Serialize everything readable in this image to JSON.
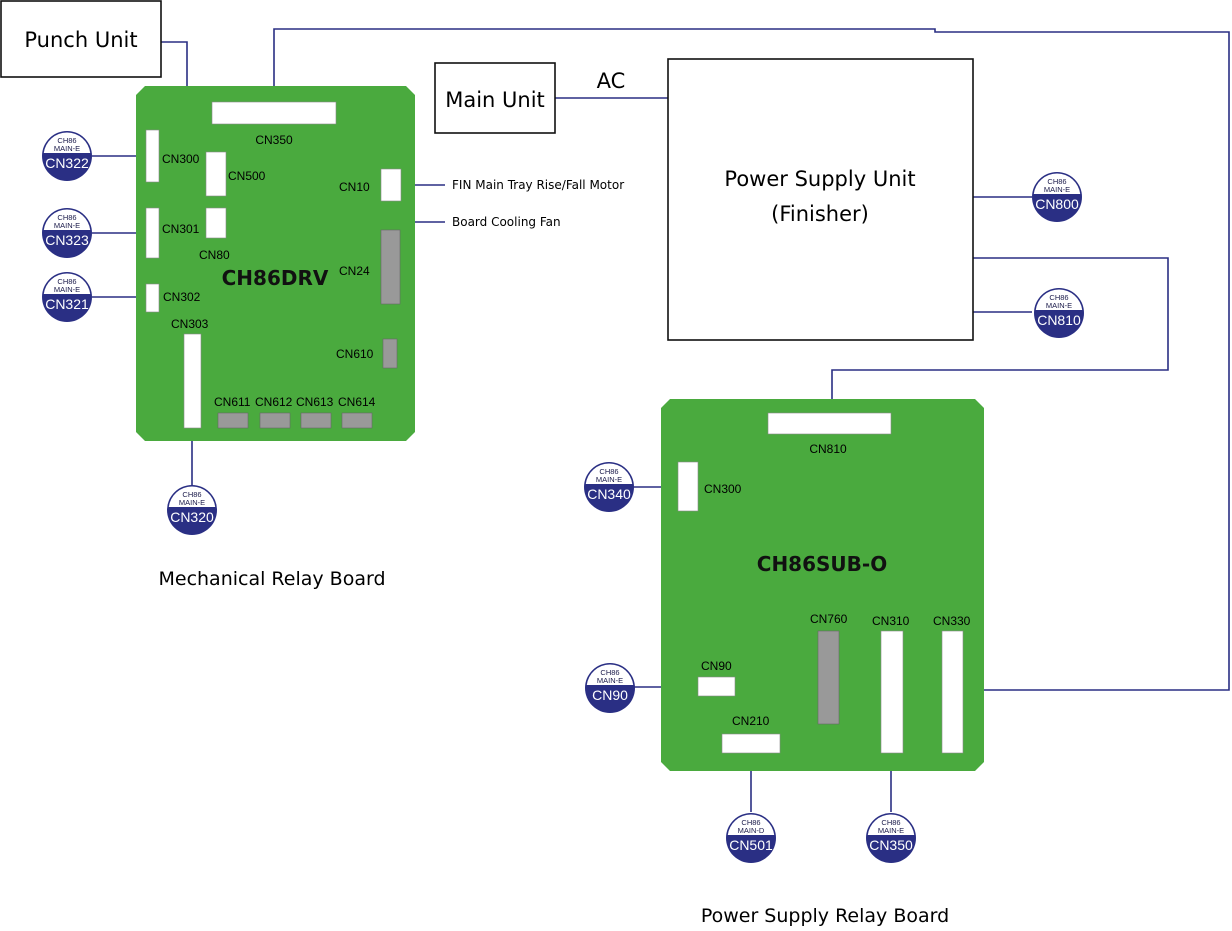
{
  "colors": {
    "board": "#4aaa3e",
    "wire": "#2a2f84",
    "badge": "#2a2f84",
    "connector_gray": "#999999"
  },
  "labels": {
    "punch_unit": "Punch Unit",
    "main_unit": "Main Unit",
    "ac": "AC",
    "psu_line1": "Power Supply Unit",
    "psu_line2": "(Finisher)",
    "fin_motor": "FIN Main Tray Rise/Fall Motor",
    "cooling_fan": "Board Cooling Fan"
  },
  "boards": {
    "drv": {
      "title": "CH86DRV",
      "caption": "Mechanical Relay Board",
      "connectors": {
        "cn350": "CN350",
        "cn300": "CN300",
        "cn500": "CN500",
        "cn10": "CN10",
        "cn301": "CN301",
        "cn80": "CN80",
        "cn24": "CN24",
        "cn302": "CN302",
        "cn303": "CN303",
        "cn610": "CN610",
        "cn611": "CN611",
        "cn612": "CN612",
        "cn613": "CN613",
        "cn614": "CN614"
      }
    },
    "sub": {
      "title": "CH86SUB-O",
      "caption": "Power Supply Relay Board",
      "connectors": {
        "cn810": "CN810",
        "cn300": "CN300",
        "cn760": "CN760",
        "cn310": "CN310",
        "cn330": "CN330",
        "cn90": "CN90",
        "cn210": "CN210"
      }
    }
  },
  "badges": {
    "cn322": {
      "top": "CH86",
      "mid": "MAIN-E",
      "cn": "CN322"
    },
    "cn323": {
      "top": "CH86",
      "mid": "MAIN-E",
      "cn": "CN323"
    },
    "cn321": {
      "top": "CH86",
      "mid": "MAIN-E",
      "cn": "CN321"
    },
    "cn320": {
      "top": "CH86",
      "mid": "MAIN-E",
      "cn": "CN320"
    },
    "cn800": {
      "top": "CH86",
      "mid": "MAIN-E",
      "cn": "CN800"
    },
    "cn810": {
      "top": "CH86",
      "mid": "MAIN-E",
      "cn": "CN810"
    },
    "cn340": {
      "top": "CH86",
      "mid": "MAIN-E",
      "cn": "CN340"
    },
    "cn90": {
      "top": "CH86",
      "mid": "MAIN-E",
      "cn": "CN90"
    },
    "cn501": {
      "top": "CH86",
      "mid": "MAIN-D",
      "cn": "CN501"
    },
    "cn350": {
      "top": "CH86",
      "mid": "MAIN-E",
      "cn": "CN350"
    }
  }
}
